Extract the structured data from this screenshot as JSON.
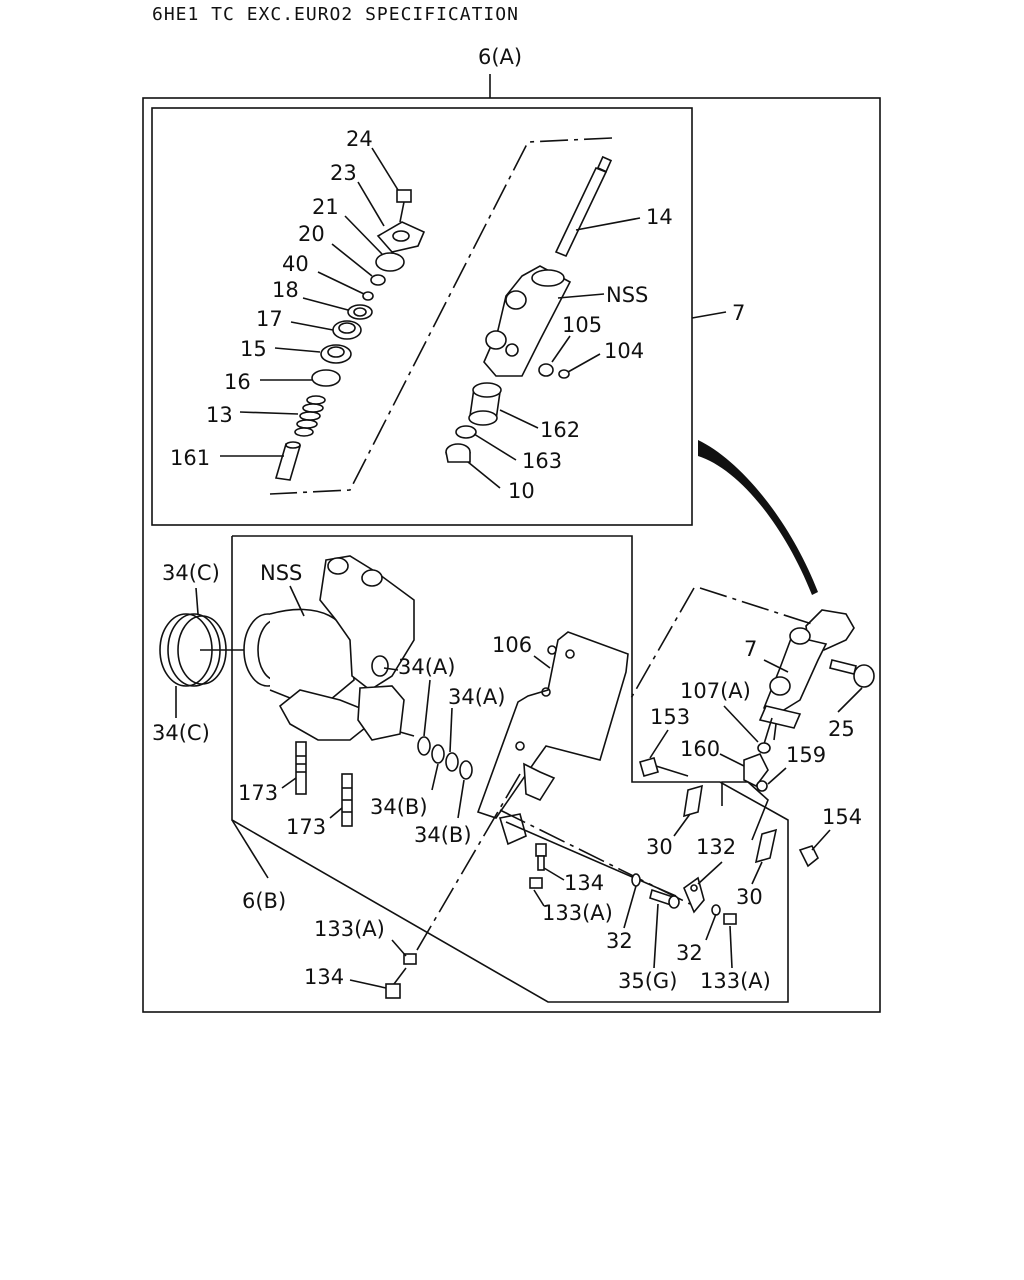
{
  "header": {
    "title": "6HE1 TC EXC.EURO2 SPECIFICATION"
  },
  "labels": {
    "l_6A": "6(A)",
    "l_24": "24",
    "l_23": "23",
    "l_21": "21",
    "l_20": "20",
    "l_40": "40",
    "l_18": "18",
    "l_17": "17",
    "l_15": "15",
    "l_16": "16",
    "l_13": "13",
    "l_161": "161",
    "l_14": "14",
    "l_nss_top": "NSS",
    "l_7_top": "7",
    "l_105": "105",
    "l_104": "104",
    "l_162": "162",
    "l_163": "163",
    "l_10": "10",
    "l_34C_top": "34(C)",
    "l_34C_bot": "34(C)",
    "l_nss_mid": "NSS",
    "l_34A_1": "34(A)",
    "l_34A_2": "34(A)",
    "l_34B_1": "34(B)",
    "l_34B_2": "34(B)",
    "l_173_1": "173",
    "l_173_2": "173",
    "l_106": "106",
    "l_6B": "6(B)",
    "l_7_mid": "7",
    "l_107A": "107(A)",
    "l_25": "25",
    "l_153": "153",
    "l_160": "160",
    "l_159": "159",
    "l_154": "154",
    "l_30_1": "30",
    "l_132": "132",
    "l_30_2": "30",
    "l_134_1": "134",
    "l_133A_1": "133(A)",
    "l_32_1": "32",
    "l_32_2": "32",
    "l_35G": "35(G)",
    "l_133A_2": "133(A)",
    "l_133A_3": "133(A)",
    "l_134_2": "134"
  }
}
